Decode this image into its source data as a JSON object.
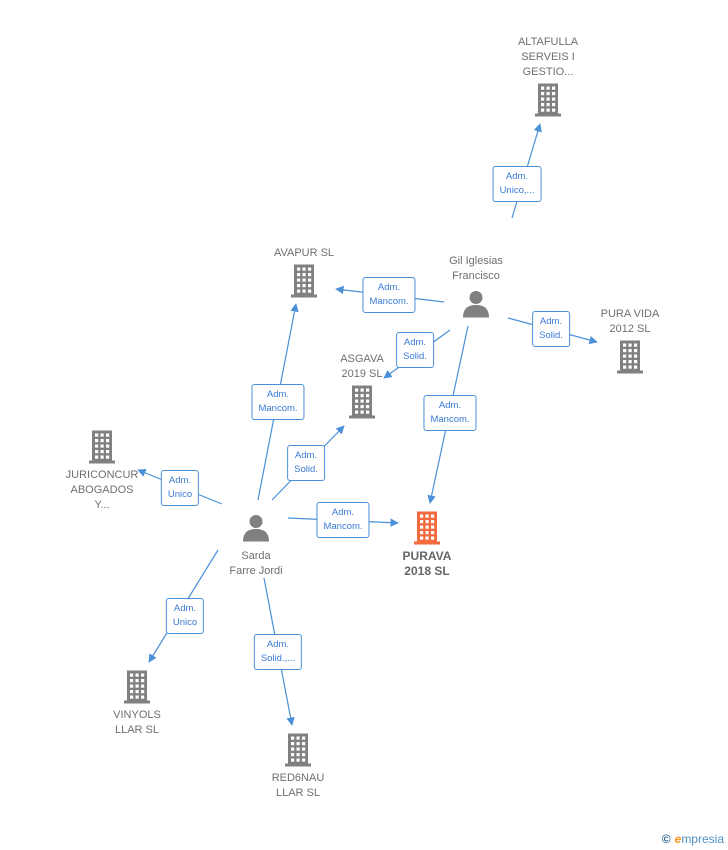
{
  "nodes": {
    "altafulla": {
      "type": "company",
      "lines": [
        "ALTAFULLA",
        "SERVEIS I",
        "GESTIO..."
      ]
    },
    "avapur": {
      "type": "company",
      "lines": [
        "AVAPUR  SL"
      ]
    },
    "asgava": {
      "type": "company",
      "lines": [
        "ASGAVA",
        "2019  SL"
      ]
    },
    "pura_vida": {
      "type": "company",
      "lines": [
        "PURA VIDA",
        "2012 SL"
      ]
    },
    "juriconcur": {
      "type": "company",
      "lines": [
        "JURICONCUR",
        "ABOGADOS",
        "Y..."
      ]
    },
    "purava": {
      "type": "company-focus",
      "lines": [
        "PURAVA",
        "2018  SL"
      ]
    },
    "vinyols": {
      "type": "company",
      "lines": [
        "VINYOLS",
        "LLAR  SL"
      ]
    },
    "red6nau": {
      "type": "company",
      "lines": [
        "RED6NAU",
        "LLAR  SL"
      ]
    },
    "gil": {
      "type": "person",
      "lines": [
        "Gil Iglesias",
        "Francisco"
      ]
    },
    "sarda": {
      "type": "person",
      "lines": [
        "Sarda",
        "Farre Jordi"
      ]
    }
  },
  "relations": [
    {
      "id": "r1",
      "from": "gil",
      "to": "altafulla",
      "lines": [
        "Adm.",
        "Unico,..."
      ]
    },
    {
      "id": "r2",
      "from": "gil",
      "to": "avapur",
      "lines": [
        "Adm.",
        "Mancom."
      ]
    },
    {
      "id": "r3",
      "from": "gil",
      "to": "asgava",
      "lines": [
        "Adm.",
        "Solid."
      ]
    },
    {
      "id": "r4",
      "from": "gil",
      "to": "pura_vida",
      "lines": [
        "Adm.",
        "Solid."
      ]
    },
    {
      "id": "r5",
      "from": "gil",
      "to": "purava",
      "lines": [
        "Adm.",
        "Mancom."
      ]
    },
    {
      "id": "r6",
      "from": "sarda",
      "to": "avapur",
      "lines": [
        "Adm.",
        "Mancom."
      ]
    },
    {
      "id": "r7",
      "from": "sarda",
      "to": "asgava",
      "lines": [
        "Adm.",
        "Solid."
      ]
    },
    {
      "id": "r8",
      "from": "sarda",
      "to": "juriconcur",
      "lines": [
        "Adm.",
        "Unico"
      ]
    },
    {
      "id": "r9",
      "from": "sarda",
      "to": "purava",
      "lines": [
        "Adm.",
        "Mancom."
      ]
    },
    {
      "id": "r10",
      "from": "sarda",
      "to": "vinyols",
      "lines": [
        "Adm.",
        "Unico"
      ]
    },
    {
      "id": "r11",
      "from": "sarda",
      "to": "red6nau",
      "lines": [
        "Adm.",
        "Solid.,..."
      ]
    }
  ],
  "footer": {
    "copyright": "©",
    "brand_first": "e",
    "brand_rest": "mpresia"
  },
  "colors": {
    "company": "#808080",
    "focus": "#f26a3d",
    "edge": "#4a90d9"
  }
}
